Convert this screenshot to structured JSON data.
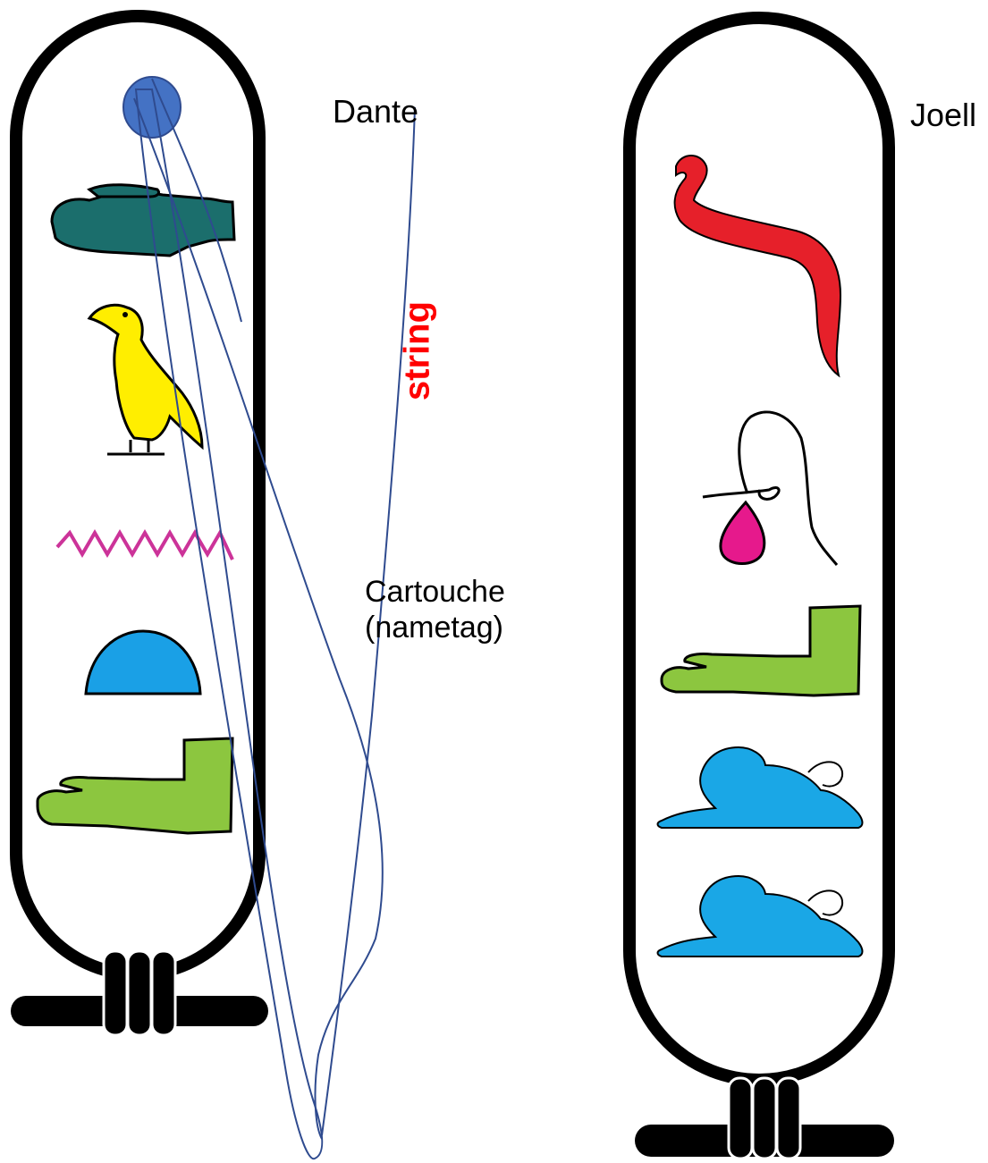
{
  "labels": {
    "dante": "Dante",
    "joell": "Joell",
    "cartouche_line1": "Cartouche",
    "cartouche_line2": "(nametag)",
    "string": "string"
  },
  "colors": {
    "outline": "#000000",
    "string_line": "#2f4b8f",
    "bead": "#4472c4",
    "hand": "#1b6e6c",
    "vulture": "#ffee00",
    "water": "#cc3399",
    "bread": "#1aa0e6",
    "arm": "#8cc63f",
    "snake": "#e6202a",
    "pouch": "#e6198c",
    "lion": "#1aa7e6",
    "string_label": "#ff0000"
  },
  "icons": {
    "left_cartouche": [
      "hand-icon",
      "vulture-icon",
      "water-icon",
      "bread-icon",
      "arm-icon"
    ],
    "right_cartouche": [
      "snake-icon",
      "pouch-icon",
      "arm-icon",
      "lion-icon",
      "lion-icon"
    ]
  }
}
